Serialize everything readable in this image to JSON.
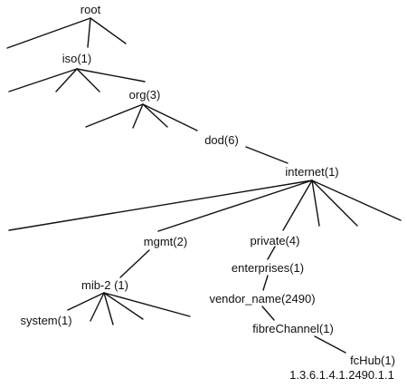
{
  "tree": {
    "nodes": {
      "root": "root",
      "iso": "iso(1)",
      "org": "org(3)",
      "dod": "dod(6)",
      "internet": "internet(1)",
      "mgmt": "mgmt(2)",
      "private": "private(4)",
      "enterprises": "enterprises(1)",
      "mib2": "mib-2 (1)",
      "vendor": "vendor_name(2490)",
      "system": "system(1)",
      "fibrechannel": "fibreChannel(1)",
      "fchub": "fcHub(1)",
      "oid": "1.3.6.1.4.1.2490.1.1"
    }
  },
  "colors": {
    "line": "#111111",
    "text": "#111111",
    "background": "#ffffff"
  }
}
